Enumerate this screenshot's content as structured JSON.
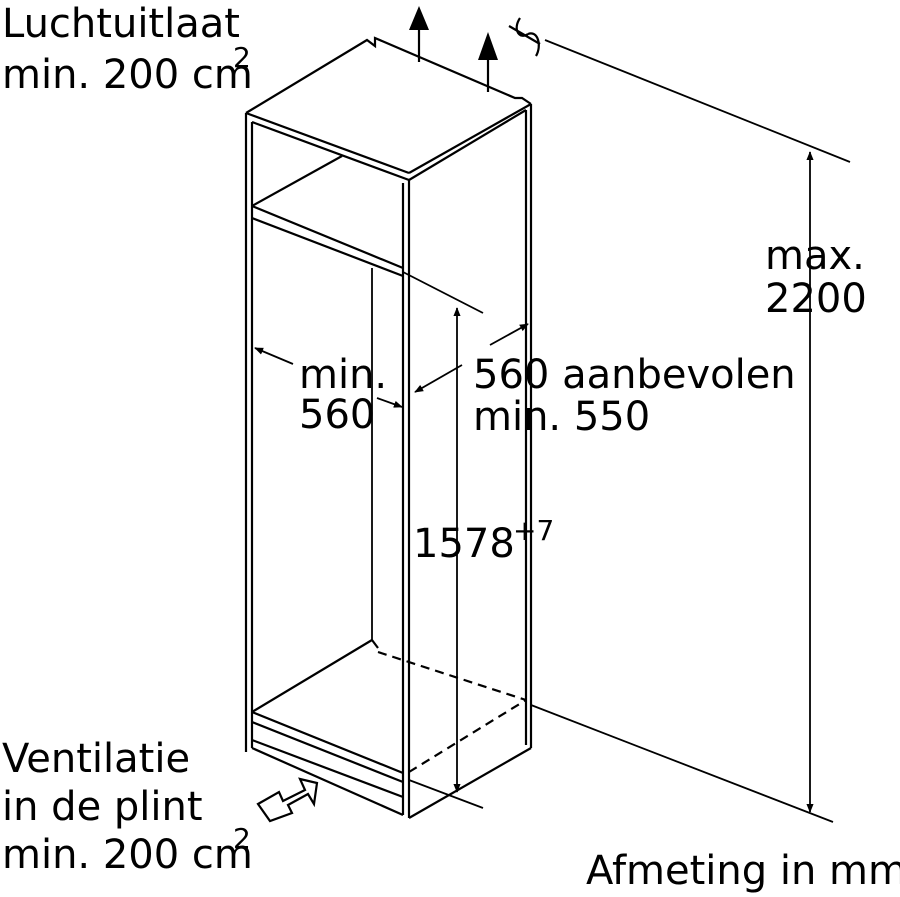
{
  "labels": {
    "air_outlet_line1": "Luchtuitlaat",
    "air_outlet_line2": "min. 200 cm",
    "air_outlet_sup": "2",
    "max_height_line1": "max.",
    "max_height_line2": "2200",
    "width_line1": "min.",
    "width_line2": "560",
    "depth_line1": "560 aanbevolen",
    "depth_line2": "min. 550",
    "niche_height": "1578",
    "niche_height_tolerance": "+7",
    "ventilation_line1": "Ventilatie",
    "ventilation_line2": "in de plint",
    "ventilation_line3": "min. 200 cm",
    "ventilation_sup": "2",
    "units_note": "Afmeting in mm"
  },
  "colors": {
    "line": "#000000",
    "background": "#ffffff"
  },
  "icons": [
    "up-arrow-icon",
    "fan-symbol-icon",
    "airflow-arrow-icon"
  ]
}
